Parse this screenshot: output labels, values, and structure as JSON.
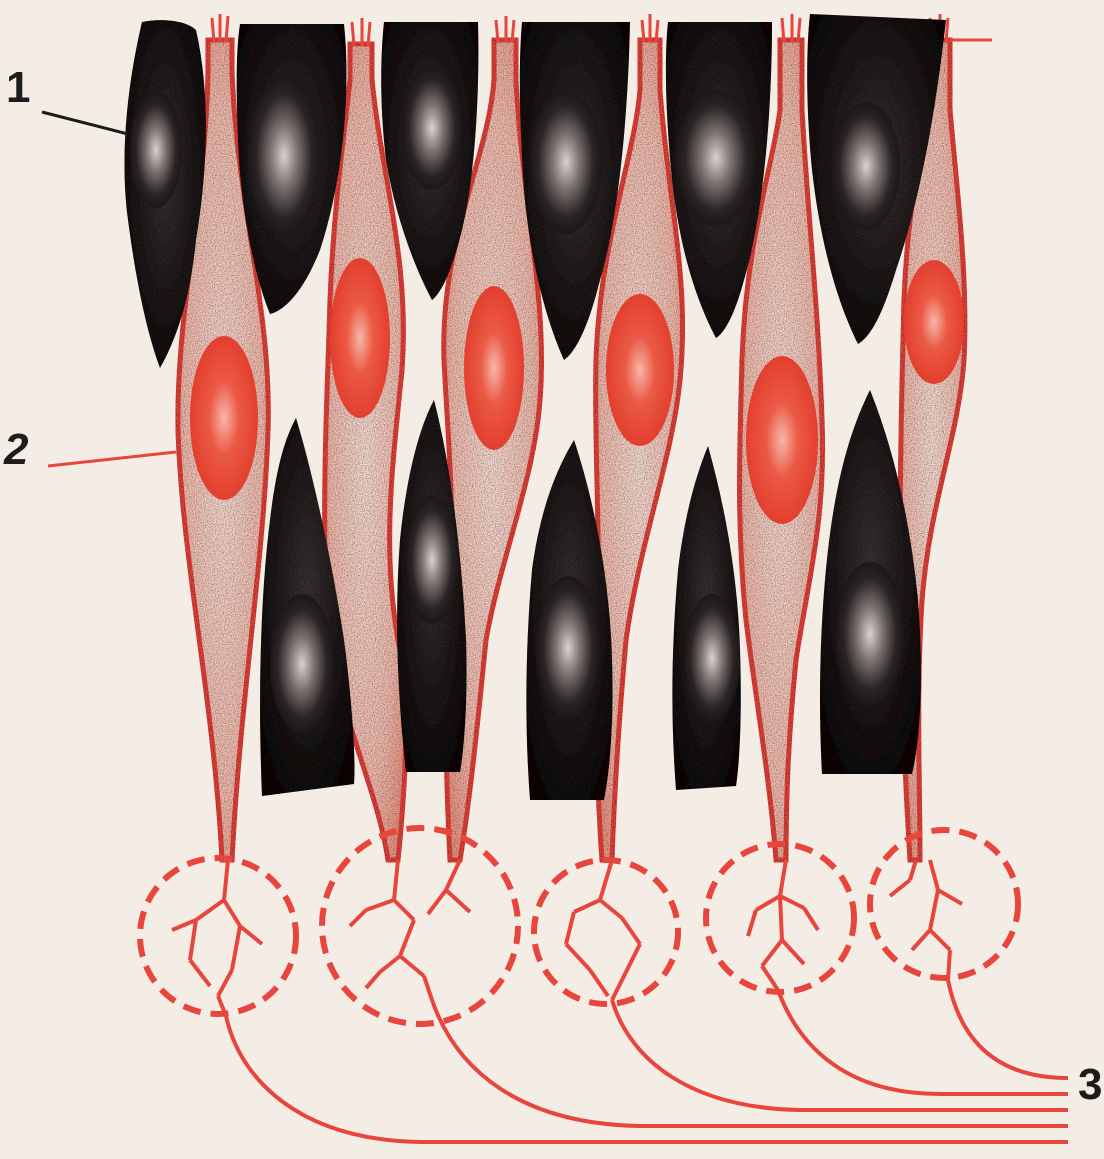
{
  "labels": {
    "one": "1",
    "two": "2",
    "three": "3"
  },
  "colors": {
    "background": "#f4ede5",
    "sustentacular_cell": "#1f1b1b",
    "sensory_cell": "#e8453c",
    "sensory_cell_fill": "#f6c5b9",
    "nucleus_red": "#e4402f",
    "leader_line": "#1c1c1c"
  }
}
